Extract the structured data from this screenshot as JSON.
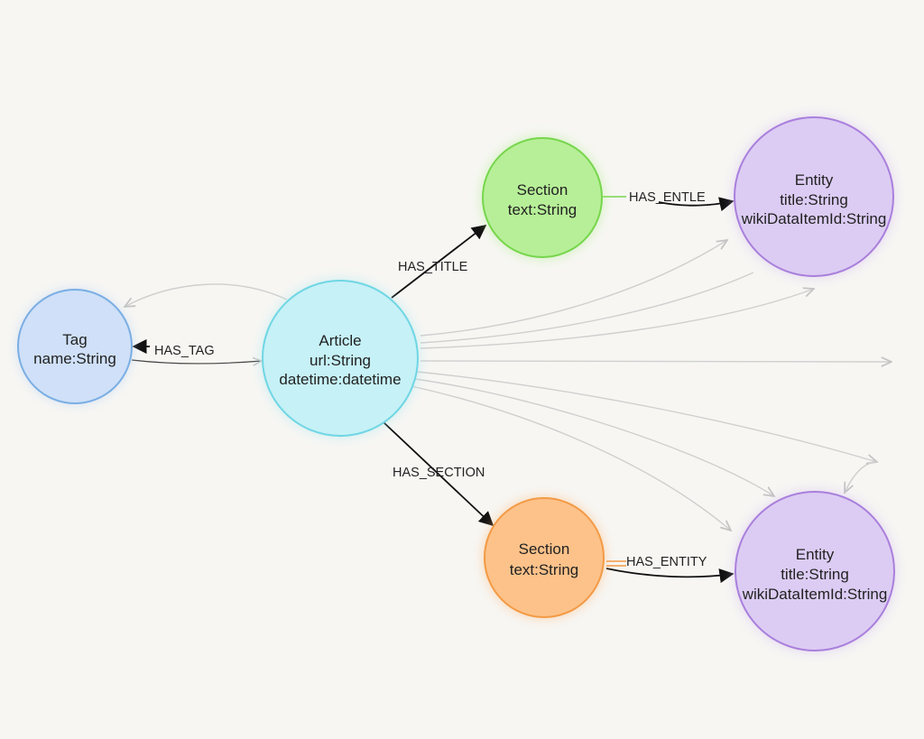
{
  "diagram": {
    "nodes": [
      {
        "id": "tag",
        "label": "Tag",
        "props": [
          "name:String"
        ],
        "fill": "#cfe0f8",
        "stroke": "#7aaee4",
        "glow": "#a9cbf3"
      },
      {
        "id": "article",
        "label": "Article",
        "props": [
          "url:String",
          "datetime:datetime"
        ],
        "fill": "#c6f1f6",
        "stroke": "#6fd6e4",
        "glow": "#9ee6f0"
      },
      {
        "id": "section_top",
        "label": "Section",
        "props": [
          "text:String"
        ],
        "fill": "#b7ef98",
        "stroke": "#77d64c",
        "glow": "#a6ec80"
      },
      {
        "id": "section_bottom",
        "label": "Section",
        "props": [
          "text:String"
        ],
        "fill": "#fcc28a",
        "stroke": "#f39a45",
        "glow": "#fbb46e"
      },
      {
        "id": "entity_top",
        "label": "Entity",
        "props": [
          "title:String",
          "wikiDataItemId:String"
        ],
        "fill": "#dcccf3",
        "stroke": "#a97fdc",
        "glow": "#cdb5ef"
      },
      {
        "id": "entity_bottom",
        "label": "Entity",
        "props": [
          "title:String",
          "wikiDataItemId:String"
        ],
        "fill": "#dcccf3",
        "stroke": "#a97fdc",
        "glow": "#cdb5ef"
      }
    ],
    "edges": [
      {
        "id": "has_tag",
        "label": "HAS_TAG",
        "from": "article",
        "to": "tag"
      },
      {
        "id": "has_title",
        "label": "HAS_TITLE",
        "from": "article",
        "to": "section_top"
      },
      {
        "id": "has_section",
        "label": "HAS_SECTION",
        "from": "article",
        "to": "section_bottom"
      },
      {
        "id": "has_entle",
        "label": "HAS_ENTLE",
        "from": "section_top",
        "to": "entity_top"
      },
      {
        "id": "has_entity",
        "label": "HAS_ENTITY",
        "from": "section_bottom",
        "to": "entity_bottom"
      }
    ],
    "colors": {
      "background": "#f7f6f3",
      "edge": "#111111",
      "faint_edge": "#c9c9c9",
      "text": "#222222"
    }
  }
}
